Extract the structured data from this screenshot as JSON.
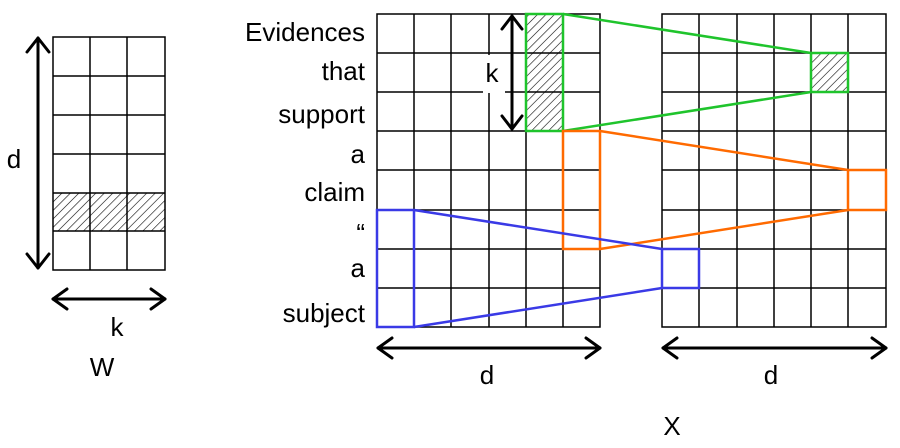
{
  "colors": {
    "green": "#1fc42c",
    "orange": "#ff6a00",
    "blue": "#3a3ae6",
    "grid": "#000000"
  },
  "filter_matrix": {
    "name": "W",
    "height_label": "d",
    "width_label": "k",
    "rows": 6,
    "cols": 3
  },
  "input_matrix": {
    "rows": 8,
    "cols": 6,
    "width_label": "d",
    "window_label": "k",
    "tokens": [
      "Evidences",
      "that",
      "support",
      "a",
      "claim",
      "“",
      "a",
      "subject"
    ]
  },
  "output_matrix": {
    "rows": 8,
    "cols": 6,
    "width_label": "d"
  },
  "x_label": "X"
}
